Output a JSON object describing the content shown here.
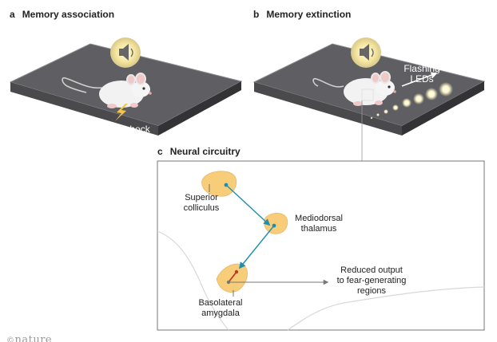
{
  "panels": {
    "a": {
      "letter": "a",
      "title": "Memory association",
      "label": "Foot shock"
    },
    "b": {
      "letter": "b",
      "title": "Memory extinction",
      "label_line1": "Flashing",
      "label_line2": "LEDs"
    },
    "c": {
      "letter": "c",
      "title": "Neural circuitry"
    }
  },
  "regions": {
    "superior_colliculus": {
      "line1": "Superior",
      "line2": "colliculus"
    },
    "mediodorsal_thalamus": {
      "line1": "Mediodorsal",
      "line2": "thalamus"
    },
    "basolateral_amygdala": {
      "line1": "Basolateral",
      "line2": "amygdala"
    }
  },
  "output_label": {
    "line1": "Reduced output",
    "line2": "to fear-generating",
    "line3": "regions"
  },
  "logo": "nature",
  "colors": {
    "region_fill": "#f7cd7a",
    "pathway_arrow": "#1f8fb0",
    "output_arrow": "#777777",
    "inhibition": "#c0392b",
    "platform_top": "#66666a",
    "platform_side": "#3a3a3d"
  }
}
